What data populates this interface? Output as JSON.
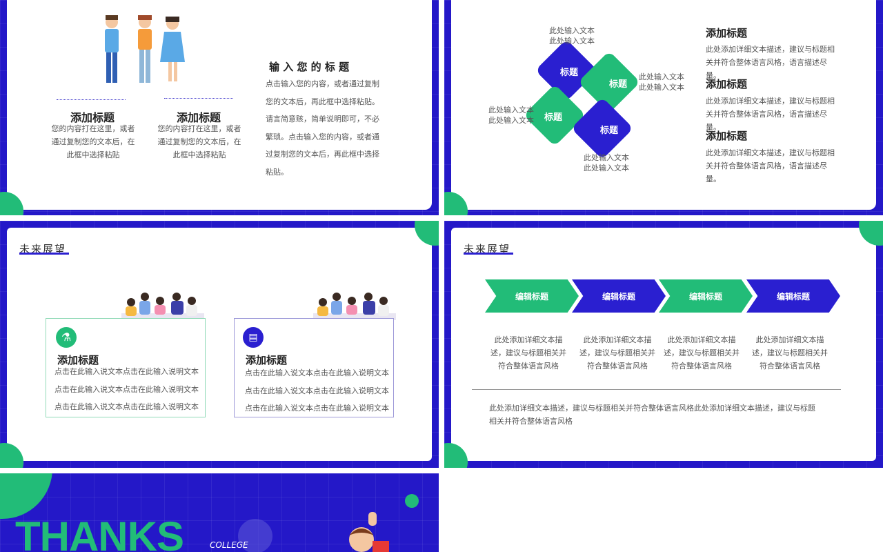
{
  "colors": {
    "primary": "#2418c8",
    "accent": "#22bc78",
    "text": "#555555",
    "heading": "#222222"
  },
  "slide1": {
    "col1": {
      "title": "添加标题",
      "text": "您的内容打在这里，或者通过复制您的文本后，在此框中选择粘贴"
    },
    "col2": {
      "title": "添加标题",
      "text": "您的内容打在这里，或者通过复制您的文本后，在此框中选择粘贴"
    },
    "right": {
      "title": "输 入 您 的 标 题",
      "text": "点击输入您的内容，或者通过复制您的文本后，再此框中选择粘贴。请言简意赅，简单说明即可，不必繁琐。点击输入您的内容，或者通过复制您的文本后，再此框中选择粘贴。"
    }
  },
  "slide2": {
    "diamonds": [
      "标题",
      "标题",
      "标题",
      "标题"
    ],
    "labels": [
      "此处输入文本\n此处输入文本",
      "此处输入文本\n此处输入文本",
      "此处输入文本\n此处输入文本",
      "此处输入文本\n此处输入文本"
    ],
    "items": [
      {
        "title": "添加标题",
        "text": "此处添加详细文本描述，建议与标题相关并符合整体语言风格，语言描述尽量。"
      },
      {
        "title": "添加标题",
        "text": "此处添加详细文本描述，建议与标题相关并符合整体语言风格，语言描述尽量。"
      },
      {
        "title": "添加标题",
        "text": "此处添加详细文本描述，建议与标题相关并符合整体语言风格，语言描述尽量。"
      }
    ]
  },
  "slide3": {
    "heading": "未来展望",
    "boxes": [
      {
        "icon": "flask-icon",
        "title": "添加标题",
        "lines": [
          "点击在此输入说文本点击在此输入说明文本",
          "点击在此输入说文本点击在此输入说明文本",
          "点击在此输入说文本点击在此输入说明文本"
        ]
      },
      {
        "icon": "clipboard-icon",
        "title": "添加标题",
        "lines": [
          "点击在此输入说文本点击在此输入说明文本",
          "点击在此输入说文本点击在此输入说明文本",
          "点击在此输入说文本点击在此输入说明文本"
        ]
      }
    ]
  },
  "slide4": {
    "heading": "未来展望",
    "steps": [
      "编辑标题",
      "编辑标题",
      "编辑标题",
      "编辑标题"
    ],
    "descs": [
      "此处添加详细文本描述，建议与标题相关并符合整体语言风格",
      "此处添加详细文本描述，建议与标题相关并符合整体语言风格",
      "此处添加详细文本描述，建议与标题相关并符合整体语言风格",
      "此处添加详细文本描述，建议与标题相关并符合整体语言风格"
    ],
    "footer": "此处添加详细文本描述，建议与标题相关并符合整体语言风格此处添加详细文本描述，建议与标题相关并符合整体语言风格"
  },
  "slide5": {
    "thanks": "THANKS",
    "college": "COLLEGE"
  }
}
